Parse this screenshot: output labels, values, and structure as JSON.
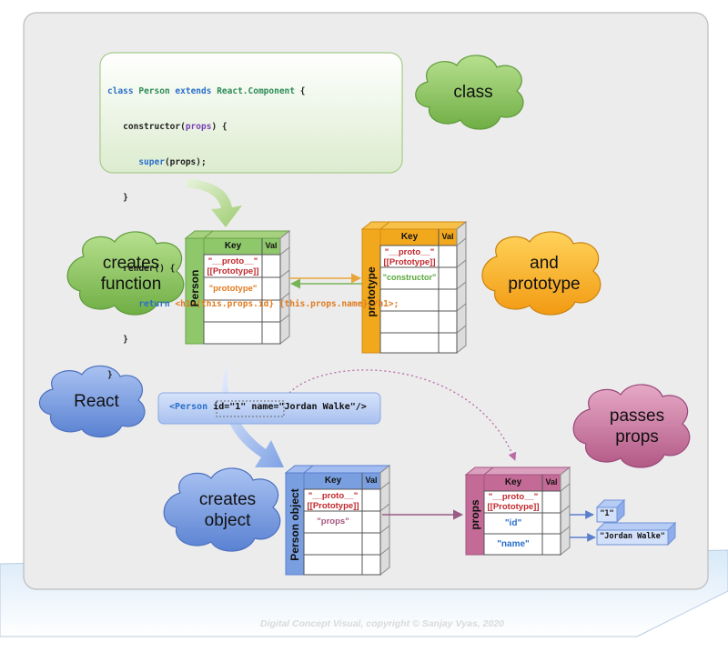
{
  "code": {
    "line1": {
      "kw": "class",
      "name": "Person",
      "kw2": "extends",
      "base": "React.Component",
      "brace": "{"
    },
    "line2": {
      "text": "constructor",
      "arg": "props",
      "brace": "{"
    },
    "line3": {
      "kw": "super",
      "arg": "props"
    },
    "line4": "}",
    "line5": {
      "text": "render()",
      "brace": "{"
    },
    "line6": {
      "kw": "return",
      "jsx": "<h1>{this.props.id} {this.props.name}</h1>;"
    },
    "line7": "}",
    "line8": "}"
  },
  "clouds": {
    "class": "class",
    "creates_function_1": "creates",
    "creates_function_2": "function",
    "and_prototype_1": "and",
    "and_prototype_2": "prototype",
    "react": "React",
    "passes_props_1": "passes",
    "passes_props_2": "props",
    "creates_object_1": "creates",
    "creates_object_2": "object"
  },
  "tables": {
    "person": {
      "label": "Person",
      "key_header": "Key",
      "val_header": "Val",
      "rows": [
        "\"__proto__\"",
        "[[Prototype]]",
        "\"prototype\""
      ]
    },
    "prototype": {
      "label": "prototype",
      "key_header": "Key",
      "val_header": "Val",
      "rows": [
        "\"__proto__\"",
        "[[Prototype]]",
        "\"constructor\""
      ]
    },
    "person_object": {
      "label": "Person object",
      "key_header": "Key",
      "val_header": "Val",
      "rows": [
        "\"__proto__\"",
        "[[Prototype]]",
        "\"props\""
      ]
    },
    "props": {
      "label": "props",
      "key_header": "Key",
      "val_header": "Val",
      "rows": [
        "\"__proto__\"",
        "[[Prototype]]",
        "\"id\"",
        "\"name\""
      ]
    }
  },
  "jsx_element": {
    "tag": "<Person",
    "attrs": " id=\"1\" name=\"Jordan Walke\"/>"
  },
  "values": {
    "id": "\"1\"",
    "name": "\"Jordan Walke\""
  },
  "copyright": "Digital Concept Visual, copyright © Sanjay Vyas, 2020",
  "colors": {
    "panel": "#ececec",
    "green": "#8fc76b",
    "orange": "#f2a81d",
    "blue": "#7a9fe0",
    "pink": "#c36a96",
    "red_key": "#c0282d"
  }
}
